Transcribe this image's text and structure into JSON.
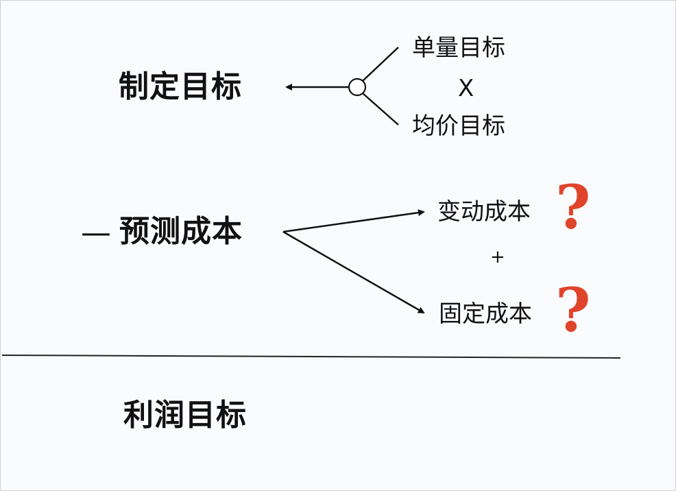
{
  "diagram": {
    "top_row": {
      "result_label": "制定目标",
      "factor_1": "单量目标",
      "operator": "X",
      "factor_2": "均价目标"
    },
    "middle_row": {
      "minus_sign": "—",
      "result_label": "预测成本",
      "item_1": "变动成本",
      "operator": "+",
      "item_2": "固定成本",
      "question_mark_1": "?",
      "question_mark_2": "?"
    },
    "bottom_row": {
      "result_label": "利润目标"
    },
    "colors": {
      "text": "#111111",
      "question_mark": "#e0442a",
      "line": "#111111",
      "background": "#fafbfd"
    }
  }
}
